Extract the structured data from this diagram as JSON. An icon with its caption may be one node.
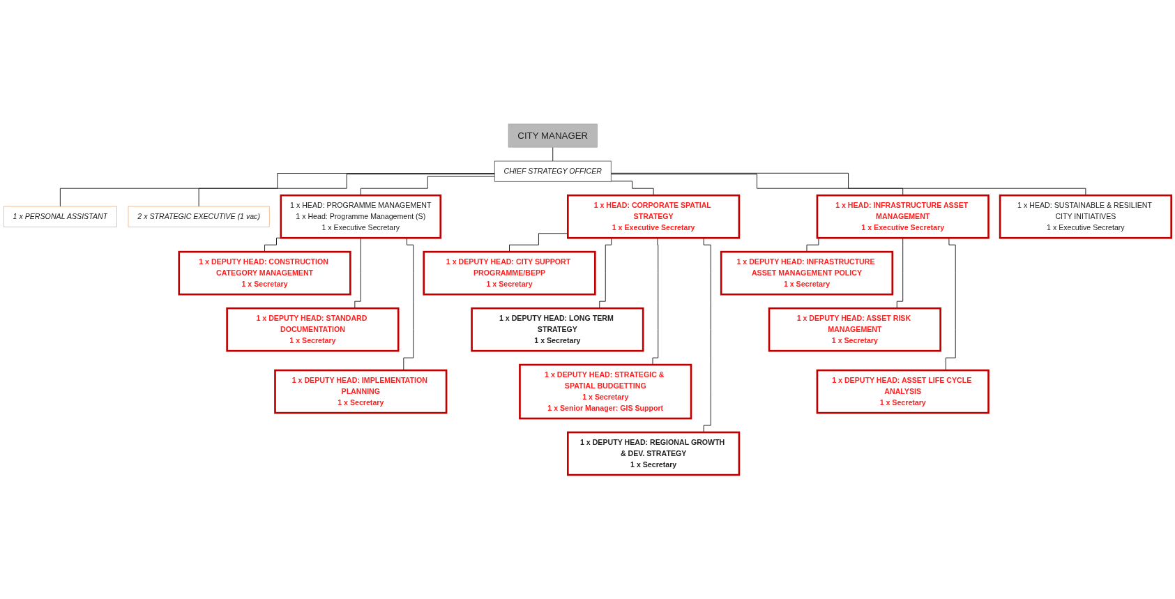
{
  "diagram": {
    "nodes": [
      {
        "text": [
          "CITY MANAGER"
        ]
      },
      {
        "text": [
          "CHIEF STRATEGY OFFICER"
        ]
      },
      {
        "text": [
          "1 x PERSONAL ASSISTANT"
        ]
      },
      {
        "text": [
          "2 x STRATEGIC EXECUTIVE (1 vac)"
        ]
      },
      {
        "text": [
          "1 x HEAD: PROGRAMME MANAGEMENT",
          "1 x Head: Programme Management (S)",
          "1 x Executive Secretary"
        ]
      },
      {
        "text": [
          "1 x HEAD: CORPORATE SPATIAL STRATEGY",
          "1 x Executive Secretary"
        ]
      },
      {
        "text": [
          "1 x HEAD: INFRASTRUCTURE ASSET MANAGEMENT",
          "1 x Executive Secretary"
        ]
      },
      {
        "text": [
          "1 x HEAD: SUSTAINABLE & RESILIENT CITY INITIATIVES",
          "1 x Executive Secretary"
        ]
      },
      {
        "text": [
          "1 x DEPUTY HEAD: CONSTRUCTION CATEGORY MANAGEMENT",
          "1 x Secretary"
        ]
      },
      {
        "text": [
          "1 x DEPUTY HEAD: STANDARD DOCUMENTATION",
          "1 x Secretary"
        ]
      },
      {
        "text": [
          "1 x DEPUTY HEAD: IMPLEMENTATION PLANNING",
          "1 x Secretary"
        ]
      },
      {
        "text": [
          "1 x DEPUTY HEAD: CITY SUPPORT PROGRAMME/BEPP",
          "1 x Secretary"
        ]
      },
      {
        "text": [
          "1 x DEPUTY HEAD: LONG TERM STRATEGY",
          "1 x Secretary"
        ]
      },
      {
        "text": [
          "1 x DEPUTY HEAD: STRATEGIC & SPATIAL BUDGETTING",
          "1 x Secretary",
          "1 x Senior Manager: GIS Support"
        ]
      },
      {
        "text": [
          "1 x DEPUTY HEAD: REGIONAL GROWTH & DEV. STRATEGY",
          "1 x Secretary"
        ]
      },
      {
        "text": [
          "1 x DEPUTY HEAD: INFRASTRUCTURE ASSET MANAGEMENT POLICY",
          "1 x Secretary"
        ]
      },
      {
        "text": [
          "1 x DEPUTY HEAD: ASSET RISK MANAGEMENT",
          "1 x Secretary"
        ]
      },
      {
        "text": [
          "1 x DEPUTY HEAD: ASSET LIFE CYCLE ANALYSIS",
          "1 x Secretary"
        ]
      }
    ],
    "edges": [
      {
        "from": 0,
        "to": 1,
        "arrow": "none"
      },
      {
        "from": 1,
        "to": 2,
        "arrow": "none"
      },
      {
        "from": 1,
        "to": 3,
        "arrow": "none"
      },
      {
        "from": 1,
        "to": 4,
        "arrow": "none"
      },
      {
        "from": 1,
        "to": 5,
        "arrow": "none"
      },
      {
        "from": 1,
        "to": 6,
        "arrow": "none"
      },
      {
        "from": 1,
        "to": 7,
        "arrow": "none"
      },
      {
        "from": 4,
        "to": 8,
        "arrow": "none"
      },
      {
        "from": 4,
        "to": 9,
        "arrow": "none"
      },
      {
        "from": 4,
        "to": 10,
        "arrow": "none"
      },
      {
        "from": 5,
        "to": 11,
        "arrow": "none"
      },
      {
        "from": 5,
        "to": 12,
        "arrow": "none"
      },
      {
        "from": 5,
        "to": 13,
        "arrow": "none"
      },
      {
        "from": 5,
        "to": 14,
        "arrow": "none"
      },
      {
        "from": 6,
        "to": 15,
        "arrow": "none"
      },
      {
        "from": 6,
        "to": 16,
        "arrow": "none"
      },
      {
        "from": 6,
        "to": 17,
        "arrow": "none"
      }
    ]
  }
}
